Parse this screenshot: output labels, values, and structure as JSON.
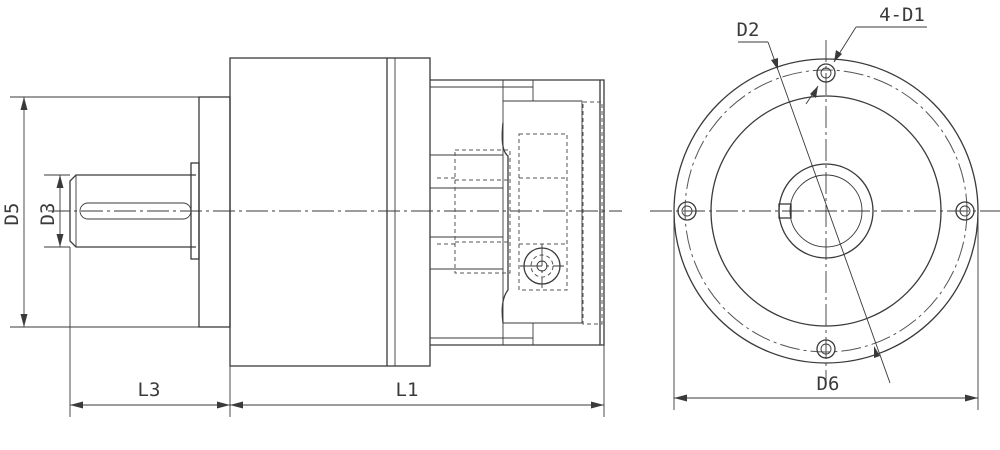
{
  "labels": {
    "d5": "D5",
    "d3": "D3",
    "l3": "L3",
    "l1": "L1",
    "d2": "D2",
    "d1": "4-D1",
    "d6": "D6"
  },
  "colors": {
    "line": "#3a3a3a",
    "background": "#ffffff"
  }
}
